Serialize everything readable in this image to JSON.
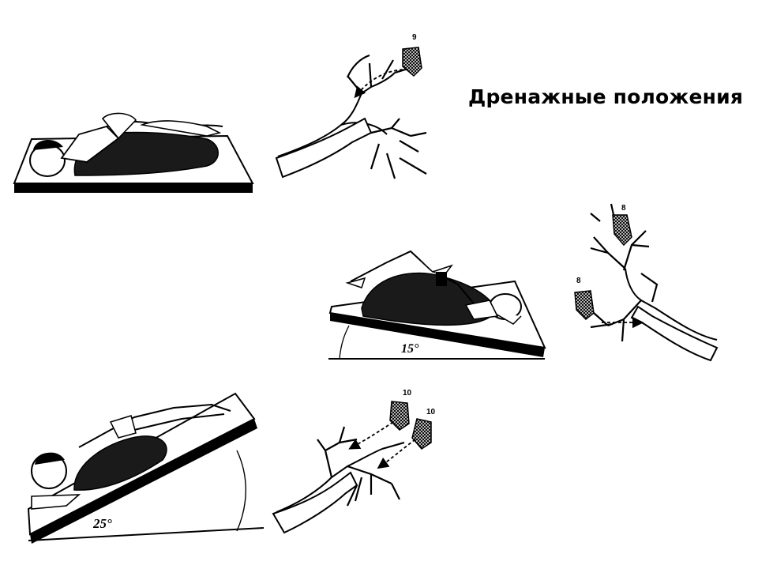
{
  "title": "Дренажные положения",
  "panels": [
    {
      "id": "side-lying",
      "angle_label": "",
      "segment_labels": [
        "9"
      ]
    },
    {
      "id": "supine-tilted",
      "angle_label": "15°",
      "segment_labels": [
        "8",
        "8"
      ]
    },
    {
      "id": "prone-tilted",
      "angle_label": "25°",
      "segment_labels": [
        "10",
        "10"
      ]
    }
  ],
  "colors": {
    "ink": "#000000",
    "paper": "#ffffff"
  }
}
